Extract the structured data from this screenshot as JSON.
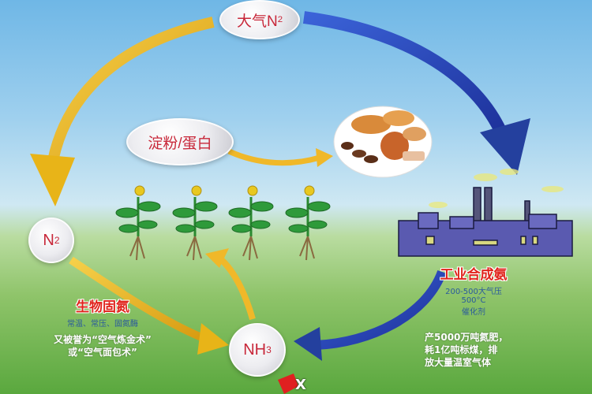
{
  "nodes": {
    "atmosphere_n2": {
      "main": "大气N",
      "sub": "2"
    },
    "n2": {
      "main": "N",
      "sub": "2"
    },
    "nh3": {
      "main": "NH",
      "sub": "3"
    },
    "starch_protein": "淀粉/蛋白"
  },
  "biological_fixation": {
    "title": "生物固氮",
    "conditions": "常温、常压、固氮酶",
    "praise_line1": "又被誉为“空气炼金术”",
    "praise_line2": "或“空气面包术”"
  },
  "industrial_synthesis": {
    "title": "工业合成氨",
    "pressure": "200-500大气压",
    "temperature": "500°C",
    "catalyst": "催化剂",
    "impact_line1": "产5000万吨氮肥，",
    "impact_line2": "耗1亿吨标煤，排",
    "impact_line3": "放大量温室气体"
  },
  "marker": "X",
  "colors": {
    "bio_arrow": "#e8b418",
    "industry_arrow": "#2745b8",
    "text_red": "#e0241c",
    "text_blue": "#2a5a9c",
    "factory": "#5a5ab0"
  }
}
